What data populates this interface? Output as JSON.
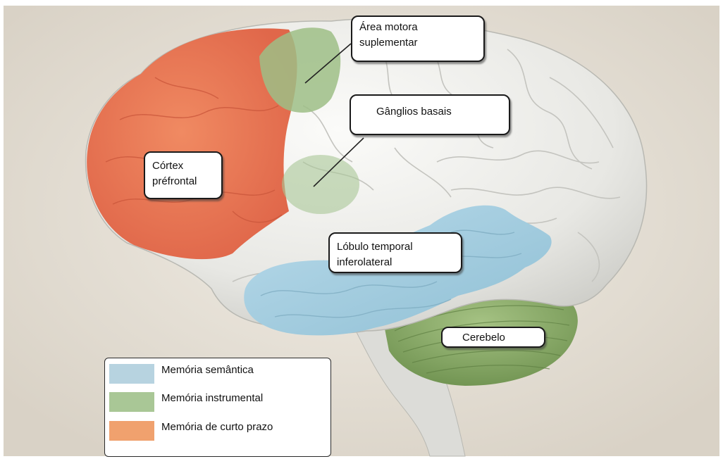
{
  "labels": {
    "supplementary_motor": [
      "Área motora",
      "suplementar"
    ],
    "basal_ganglia": [
      "Gânglios basais"
    ],
    "prefrontal": [
      "Córtex",
      "préfrontal"
    ],
    "temporal": [
      "Lóbulo temporal",
      "inferolateral"
    ],
    "cerebellum": [
      "Cerebelo"
    ]
  },
  "legend": [
    {
      "label": "Memória semântica",
      "color": "#b7d3e0"
    },
    {
      "label": "Memória instrumental",
      "color": "#a9c796"
    },
    {
      "label": "Memória de curto prazo",
      "color": "#f0a16e"
    }
  ],
  "colors": {
    "background": "#e6e0d6",
    "cortex": "#efefed",
    "prefrontal": "#ec7a56",
    "semantic": "#a9cfe0",
    "instrumental": "#9ebe86",
    "cerebellum": "#8fae6c",
    "brainstem": "#dcdcd8"
  }
}
